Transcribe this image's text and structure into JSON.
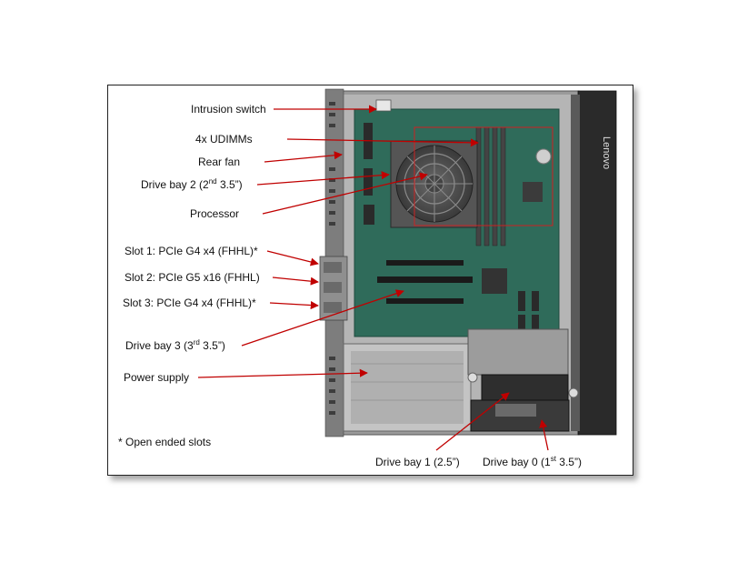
{
  "labels": {
    "intrusion_switch": "Intrusion switch",
    "udimms": "4x UDIMMs",
    "rear_fan": "Rear fan",
    "drive_bay_2_pre": "Drive bay 2 (2",
    "drive_bay_2_sup": "nd",
    "drive_bay_2_post": " 3.5”)",
    "processor": "Processor",
    "slot_1": "Slot 1: PCIe G4 x4 (FHHL)*",
    "slot_2": "Slot 2: PCIe G5 x16 (FHHL)",
    "slot_3": "Slot 3: PCIe G4 x4 (FHHL)*",
    "drive_bay_3_pre": "Drive bay 3 (3",
    "drive_bay_3_sup": "rd",
    "drive_bay_3_post": " 3.5”)",
    "power_supply": "Power supply",
    "open_ended_note": "* Open ended slots",
    "drive_bay_1": "Drive bay 1 (2.5”)",
    "drive_bay_0_pre": "Drive bay 0 (1",
    "drive_bay_0_sup": "st",
    "drive_bay_0_post": " 3.5”)"
  },
  "brand": "Lenovo",
  "colors": {
    "arrow": "#c00000",
    "highlight_box": "#cc2222",
    "board": "#2f6b5a",
    "chassis": "#8a8a8a"
  }
}
